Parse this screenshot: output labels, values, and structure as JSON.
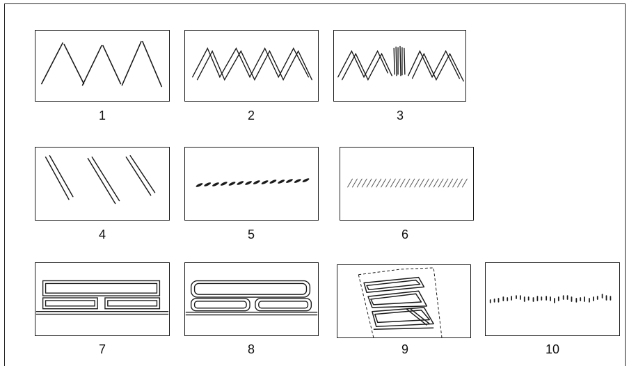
{
  "figure": {
    "labels": [
      "1",
      "2",
      "3",
      "4",
      "5",
      "6",
      "7",
      "8",
      "9",
      "10"
    ]
  },
  "colors": {
    "ink": "#1a1a1a",
    "background": "#ffffff"
  }
}
